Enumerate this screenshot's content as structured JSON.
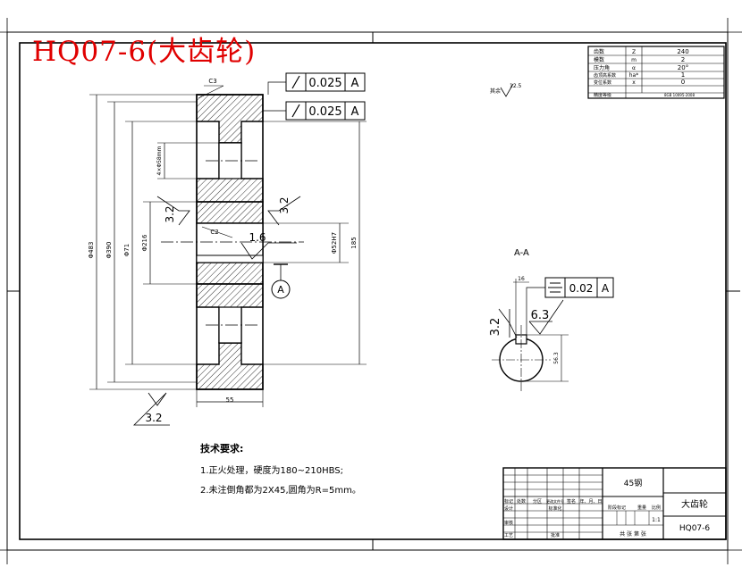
{
  "drawing": {
    "title": "HQ07-6(大齿轮)",
    "section_label": "A-A",
    "datum_marker": "A",
    "chamfer_label": "C3"
  },
  "tolerances": {
    "runout_1": {
      "symbol": "runout",
      "value": "0.025",
      "datum": "A"
    },
    "runout_2": {
      "symbol": "runout",
      "value": "0.025",
      "datum": "A"
    },
    "symmetry": {
      "symbol": "symmetry",
      "value": "0.02",
      "datum": "A"
    }
  },
  "roughness": {
    "general": "12.5",
    "general_note": "其余",
    "left_face": "3.2",
    "right_face": "3.2",
    "bore": "1.6",
    "bottom": "3.2",
    "key_side": "3.2",
    "key_top": "6.3"
  },
  "dimensions": {
    "tip_diameter": "Φ483",
    "root_diameter": "Φ390",
    "hub_diameter": "Φ71",
    "web_hole": "4×Φ58mm",
    "hub_outer": "Φ216",
    "bore": "Φ52H7",
    "chamfer": "C2",
    "width": "55",
    "center_circle": "185",
    "keyway_depth": "56.3",
    "keyway_width": "16"
  },
  "gear_params": {
    "rows": [
      {
        "name": "齿数",
        "symbol": "Z",
        "value": "240"
      },
      {
        "name": "模数",
        "symbol": "m",
        "value": "2"
      },
      {
        "name": "压力角",
        "symbol": "α",
        "value": "20°"
      },
      {
        "name": "齿顶高系数",
        "symbol": "ha*",
        "value": "1"
      },
      {
        "name": "变位系数",
        "symbol": "x",
        "value": "0"
      },
      {
        "name": "精度等级",
        "symbol": "",
        "value": "8GB 10095-2008"
      }
    ]
  },
  "requirements": {
    "heading": "技术要求:",
    "items": [
      "1.正火处理，硬度为180~210HBS;",
      "2.未注倒角都为2X45,圆角为R=5mm。"
    ]
  },
  "title_block": {
    "material": "45钢",
    "part_name": "大齿轮",
    "drawing_no": "HQ07-6",
    "scale": "1:1",
    "header_labels": [
      "标记",
      "处数",
      "分区",
      "更改文件号",
      "签名",
      "年、月、日"
    ],
    "role_design": "设计",
    "role_check": "审核",
    "role_process": "工艺",
    "std_label": "标准化",
    "approve_label": "批准",
    "stage_label": "阶段标记",
    "weight_label": "重量",
    "scale_label": "比例",
    "sheet_label": "共  张  第  张"
  }
}
